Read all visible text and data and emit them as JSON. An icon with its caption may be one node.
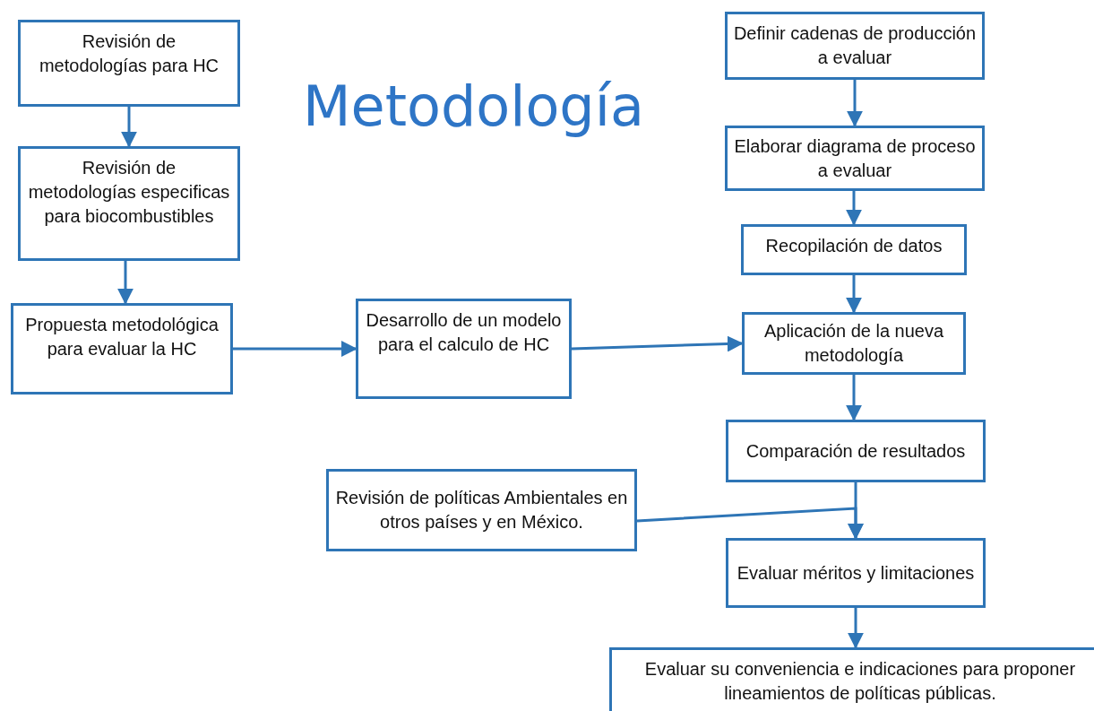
{
  "diagram": {
    "title": "Metodología",
    "nodes": [
      {
        "text": [
          "Revisión de metodologías para HC"
        ]
      },
      {
        "text": [
          "Revisión de metodologías especificas para biocombustibles"
        ]
      },
      {
        "text": [
          "Propuesta metodológica para evaluar la HC"
        ]
      },
      {
        "text": [
          "Desarrollo de un modelo para el calculo de HC"
        ]
      },
      {
        "text": [
          "Definir cadenas de producción a evaluar"
        ]
      },
      {
        "text": [
          "Elaborar diagrama de proceso a evaluar"
        ]
      },
      {
        "text": [
          "Recopilación de datos"
        ]
      },
      {
        "text": [
          "Aplicación de la nueva metodología"
        ]
      },
      {
        "text": [
          "Comparación de resultados"
        ]
      },
      {
        "text": [
          "Revisión de políticas Ambientales en otros países y en México."
        ]
      },
      {
        "text": [
          "Evaluar méritos y limitaciones"
        ]
      },
      {
        "text": [
          "Evaluar su conveniencia e indicaciones para proponer lineamientos de políticas públicas."
        ]
      }
    ],
    "edges": [
      {
        "from": 0,
        "to": 1,
        "arrow": "to"
      },
      {
        "from": 1,
        "to": 2,
        "arrow": "to"
      },
      {
        "from": 2,
        "to": 3,
        "arrow": "to"
      },
      {
        "from": 3,
        "to": 7,
        "arrow": "to"
      },
      {
        "from": 4,
        "to": 5,
        "arrow": "to"
      },
      {
        "from": 5,
        "to": 6,
        "arrow": "to"
      },
      {
        "from": 6,
        "to": 7,
        "arrow": "to"
      },
      {
        "from": 7,
        "to": 8,
        "arrow": "to"
      },
      {
        "from": 8,
        "to": 10,
        "arrow": "to"
      },
      {
        "from": 9,
        "to": 10,
        "arrow": "to"
      },
      {
        "from": 10,
        "to": 11,
        "arrow": "to"
      }
    ]
  }
}
